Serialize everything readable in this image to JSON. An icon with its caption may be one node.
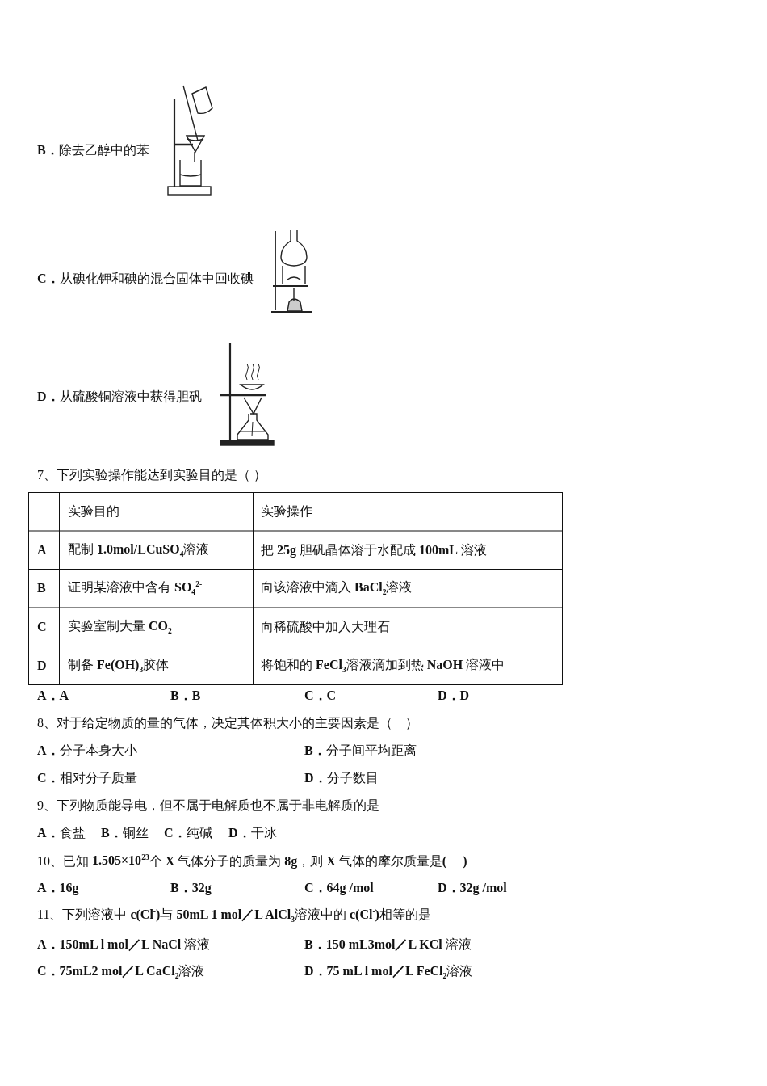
{
  "diagram": {
    "labels": [
      "**B．**除去乙醇中的苯",
      "**C．**从碘化钾和碘的混合固体中回收碘",
      "**D．**从硫酸铜溶液中获得胆矾",
      "7、下列实验操作能达到实验目的是（ ）",
      "实验目的",
      "实验操作",
      "**A**",
      "配制 **1.0mol/LCuSO$_{4}$**溶液",
      "把 **25g** 胆矾晶体溶于水配成 **100mL** 溶液",
      "**B**",
      "证明某溶液中含有 **SO$_{4}$$^{2-}$**",
      "向该溶液中滴入 **BaCl$_{2}$**溶液",
      "**C**",
      "实验室制大量 **CO$_{2}$**",
      "向稀硫酸中加入大理石",
      "**D**",
      "制备 **Fe(OH)$_{3}$**胶体",
      "将饱和的 **FeCl$_{3}$**溶液滴加到热 **NaOH** 溶液中",
      "**A．A**",
      "**B．B**",
      "**C．C**",
      "**D．D**",
      "8、对于给定物质的量的气体，决定其体积大小的主要因素是（　）",
      "**A．**分子本身大小",
      "**B．**分子间平均距离",
      "**C．**相对分子质量",
      "**D．**分子数目",
      "9、下列物质能导电，但不属于电解质也不属于非电解质的是",
      "**A．**食盐",
      "**B．**铜丝",
      "**C．**纯碱",
      "**D．**干冰",
      "10、已知 **1.505×10$^{23}$**个 **X** 气体分子的质量为 **8g**，则 **X** 气体的摩尔质量是**(　 )**",
      "**A．16g**",
      "**B．32g**",
      "**C．64g /mol**",
      "**D．32g /mol**",
      "11、下列溶液中 **c(Cl$^{-}$)**与 **50mL 1 mol／L AlCl$_{3}$**溶液中的 **c(Cl$^{-}$)**相等的是",
      "**A．150mL l mol／L NaCl** 溶液",
      "**B．150 mL3mol／L KCl** 溶液",
      "**C．75mL2 mol／L CaCl$_{2}$**溶液",
      "**D．75 mL l mol／L FeCl$_{2}$**溶液"
    ]
  }
}
